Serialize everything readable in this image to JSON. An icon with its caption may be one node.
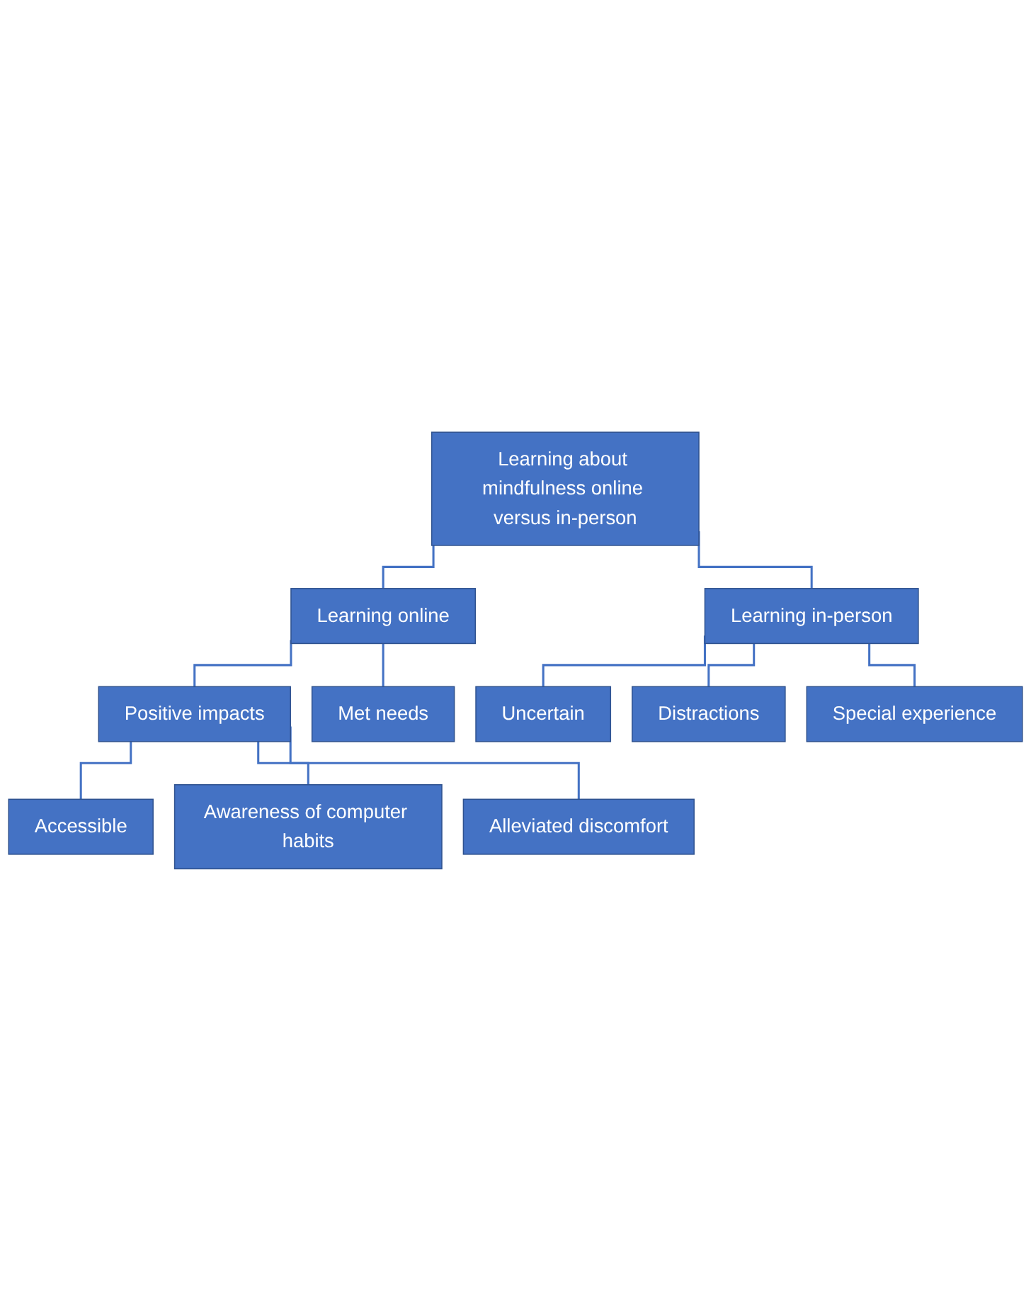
{
  "diagram": {
    "nodes": [
      {
        "text": [
          "Learning about mindfulness online versus in-person"
        ]
      },
      {
        "text": [
          "Learning online"
        ]
      },
      {
        "text": [
          "Learning in-person"
        ]
      },
      {
        "text": [
          "Positive impacts"
        ]
      },
      {
        "text": [
          "Met needs"
        ]
      },
      {
        "text": [
          "Accessible"
        ]
      },
      {
        "text": [
          "Awareness of computer habits"
        ]
      },
      {
        "text": [
          "Alleviated discomfort"
        ]
      },
      {
        "text": [
          "Uncertain"
        ]
      },
      {
        "text": [
          "Distractions"
        ]
      },
      {
        "text": [
          "Special experience"
        ]
      }
    ],
    "edges": [
      {
        "from": 0,
        "to": 1,
        "arrow": "none"
      },
      {
        "from": 0,
        "to": 2,
        "arrow": "none"
      },
      {
        "from": 1,
        "to": 3,
        "arrow": "none"
      },
      {
        "from": 1,
        "to": 4,
        "arrow": "none"
      },
      {
        "from": 3,
        "to": 5,
        "arrow": "none"
      },
      {
        "from": 3,
        "to": 6,
        "arrow": "none"
      },
      {
        "from": 3,
        "to": 7,
        "arrow": "none"
      },
      {
        "from": 2,
        "to": 8,
        "arrow": "none"
      },
      {
        "from": 2,
        "to": 9,
        "arrow": "none"
      },
      {
        "from": 2,
        "to": 10,
        "arrow": "none"
      }
    ]
  }
}
